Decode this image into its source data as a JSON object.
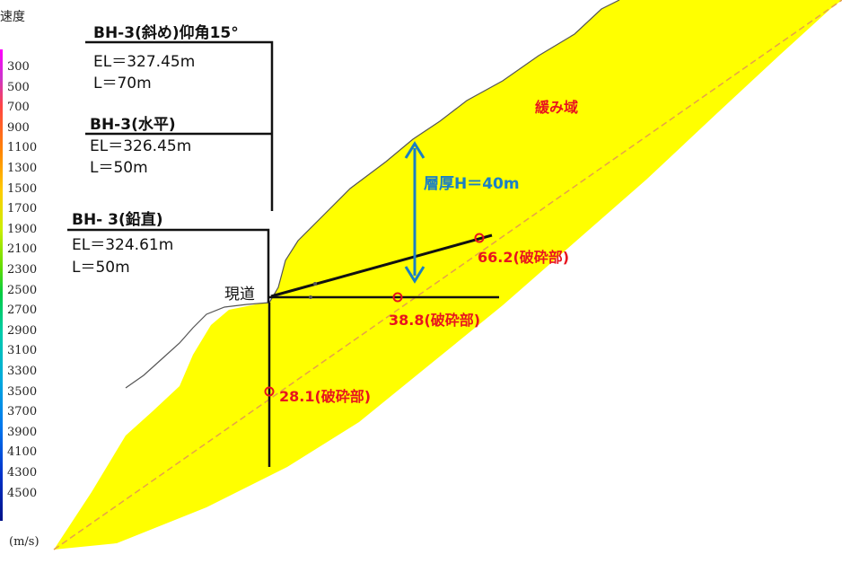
{
  "legend": {
    "title": "速度",
    "values": [
      "300",
      "500",
      "700",
      "900",
      "1100",
      "1300",
      "1500",
      "1700",
      "1900",
      "2100",
      "2300",
      "2500",
      "2700",
      "2900",
      "3100",
      "3300",
      "3500",
      "3700",
      "3900",
      "4100",
      "4300",
      "4500"
    ],
    "unit": "(m/s)"
  },
  "boreholes": [
    {
      "title": "BH-3(斜め)仰角15°",
      "el": "EL＝327.45m",
      "length": "L＝70m"
    },
    {
      "title": "BH-3(水平)",
      "el": "EL＝326.45m",
      "length": "L＝50m"
    },
    {
      "title": "BH- 3(鉛直)",
      "el": "EL＝324.61m",
      "length": "L＝50m"
    }
  ],
  "labels": {
    "loose_zone": "緩み域",
    "thickness": "層厚H＝40m",
    "road": "現道",
    "fracture_66": "66.2(破砕部)",
    "fracture_38": "38.8(破砕部)",
    "fracture_28": "28.1(破砕部)"
  },
  "colors": {
    "zone_fill": "#ffff00",
    "fracture_red": "#e8141e",
    "arrow_blue": "#1a7fc4",
    "base_line": "#e6a04a"
  }
}
